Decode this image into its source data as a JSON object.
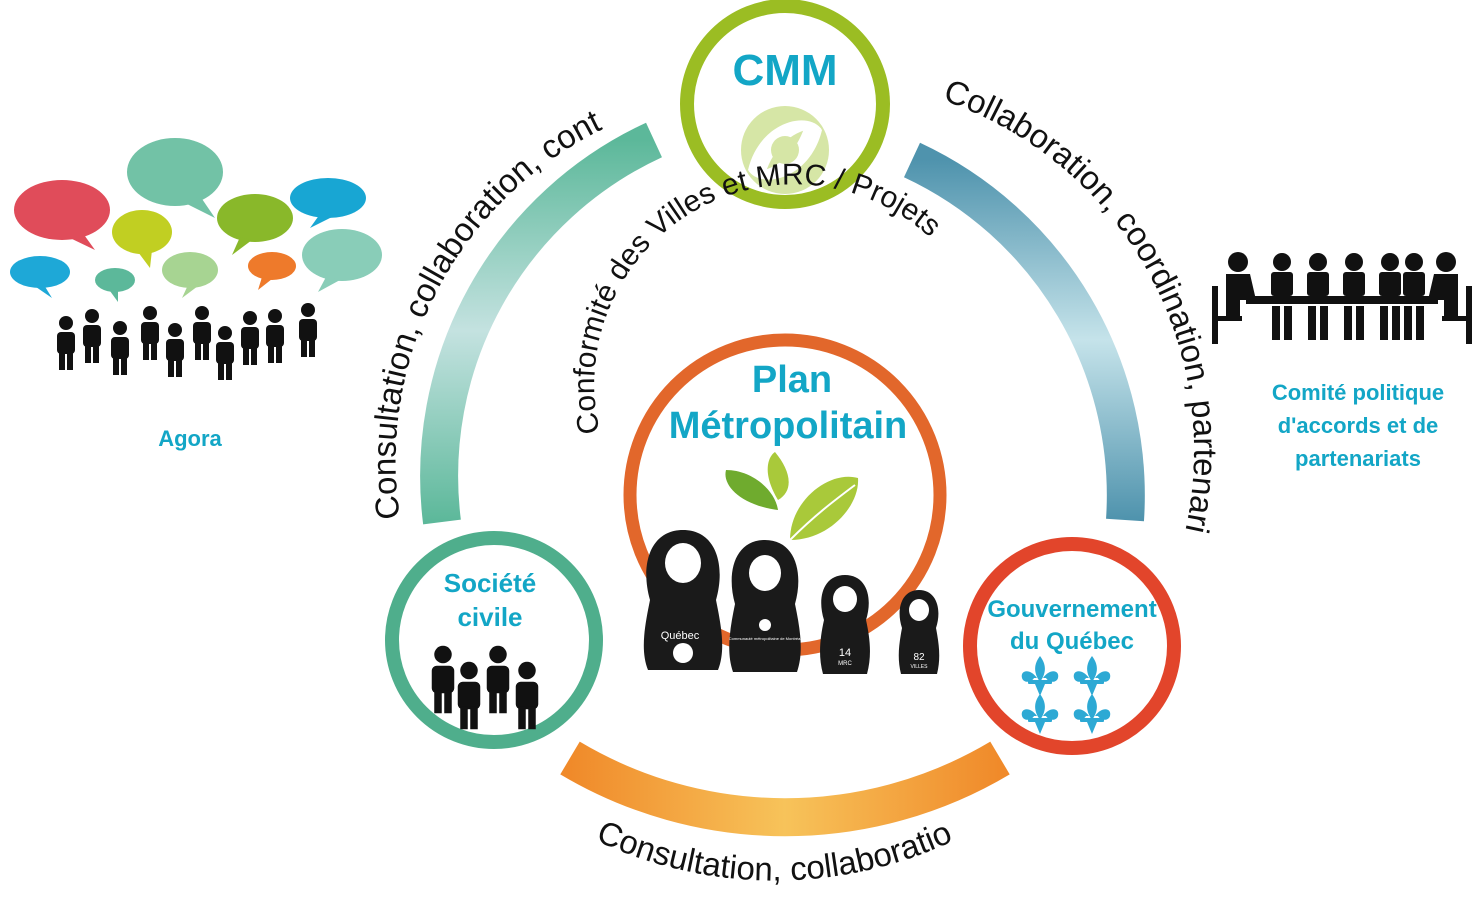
{
  "hubs": {
    "cmm": {
      "title": "CMM",
      "color": "#9bbd23"
    },
    "societe": {
      "title_line1": "Société",
      "title_line2": "civile",
      "color": "#4fae8c"
    },
    "gouvernement": {
      "title_line1": "Gouvernement",
      "title_line2": "du Québec",
      "color": "#e2452b"
    }
  },
  "center": {
    "title_line1": "Plan",
    "title_line2": "Métropolitain",
    "ring_color": "#e2672b",
    "arc_label": "Conformité des Villes et MRC / Projets"
  },
  "relations": {
    "left": "Consultation, collaboration, contrôle",
    "right": "Collaboration, coordination, partenariat",
    "bottom": "Consultation, collaboration"
  },
  "side_groups": {
    "agora": "Agora",
    "comite_line1": "Comité politique",
    "comite_line2": "d'accords et de",
    "comite_line3": "partenariats"
  },
  "dolls": {
    "doll1": "Québec",
    "doll2": "Communauté métropolitaine de Montréal",
    "doll3_num": "14",
    "doll3_unit": "MRC",
    "doll4_num": "82",
    "doll4_unit": "VILLES"
  },
  "colors": {
    "accent_text": "#13a6c6",
    "arc_left": "#5cb89a",
    "arc_right": "#4f93ad",
    "arc_bottom": "#f39a36",
    "leaf_light": "#a9c93a",
    "leaf_dark": "#6fab2e",
    "fleur": "#2da9d4"
  },
  "icons": [
    "speech-bubble-icon",
    "people-crowd-icon",
    "meeting-table-icon",
    "fleur-de-lis-icon",
    "leaf-icon",
    "matryoshka-doll-icon",
    "cmm-logo-icon"
  ]
}
